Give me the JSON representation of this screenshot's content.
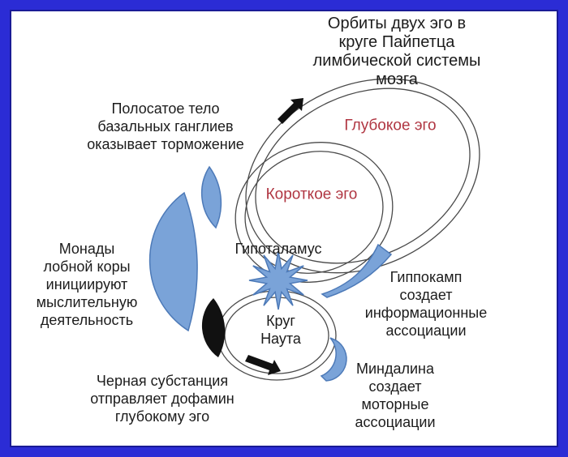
{
  "title": "Орбиты двух эго в круге Пайпетца\nлимбической системы мозга",
  "labels": {
    "striatum": "Полосатое тело\nбазальных ганглиев\nоказывает торможение",
    "frontal_monads": "Монады\nлобной коры\nинициируют\nмыслительную\nдеятельность",
    "substantia_nigra": "Черная субстанция\nотправляет дофамин\nглубокому эго",
    "hippocampus": "Гиппокамп\nсоздает\nинформационные\nассоциации",
    "amygdala": "Миндалина\nсоздает\nмоторные\nассоциации",
    "deep_ego": "Глубокое эго",
    "short_ego": "Короткое эго",
    "hypothalamus": "Гипоталамус",
    "nauta_circle": "Круг\nНаута"
  },
  "colors": {
    "background": "#ffffff",
    "frame_blue": "#2b2cd5",
    "frame_inner_dark": "#1a1b96",
    "ego_red": "#b03642",
    "shape_blue_fill": "#7aa3d8",
    "shape_blue_stroke": "#4d7ab8",
    "orbit_outline": "#4a4a4a",
    "arrow_black": "#111111",
    "text_black": "#1c1c1c"
  }
}
